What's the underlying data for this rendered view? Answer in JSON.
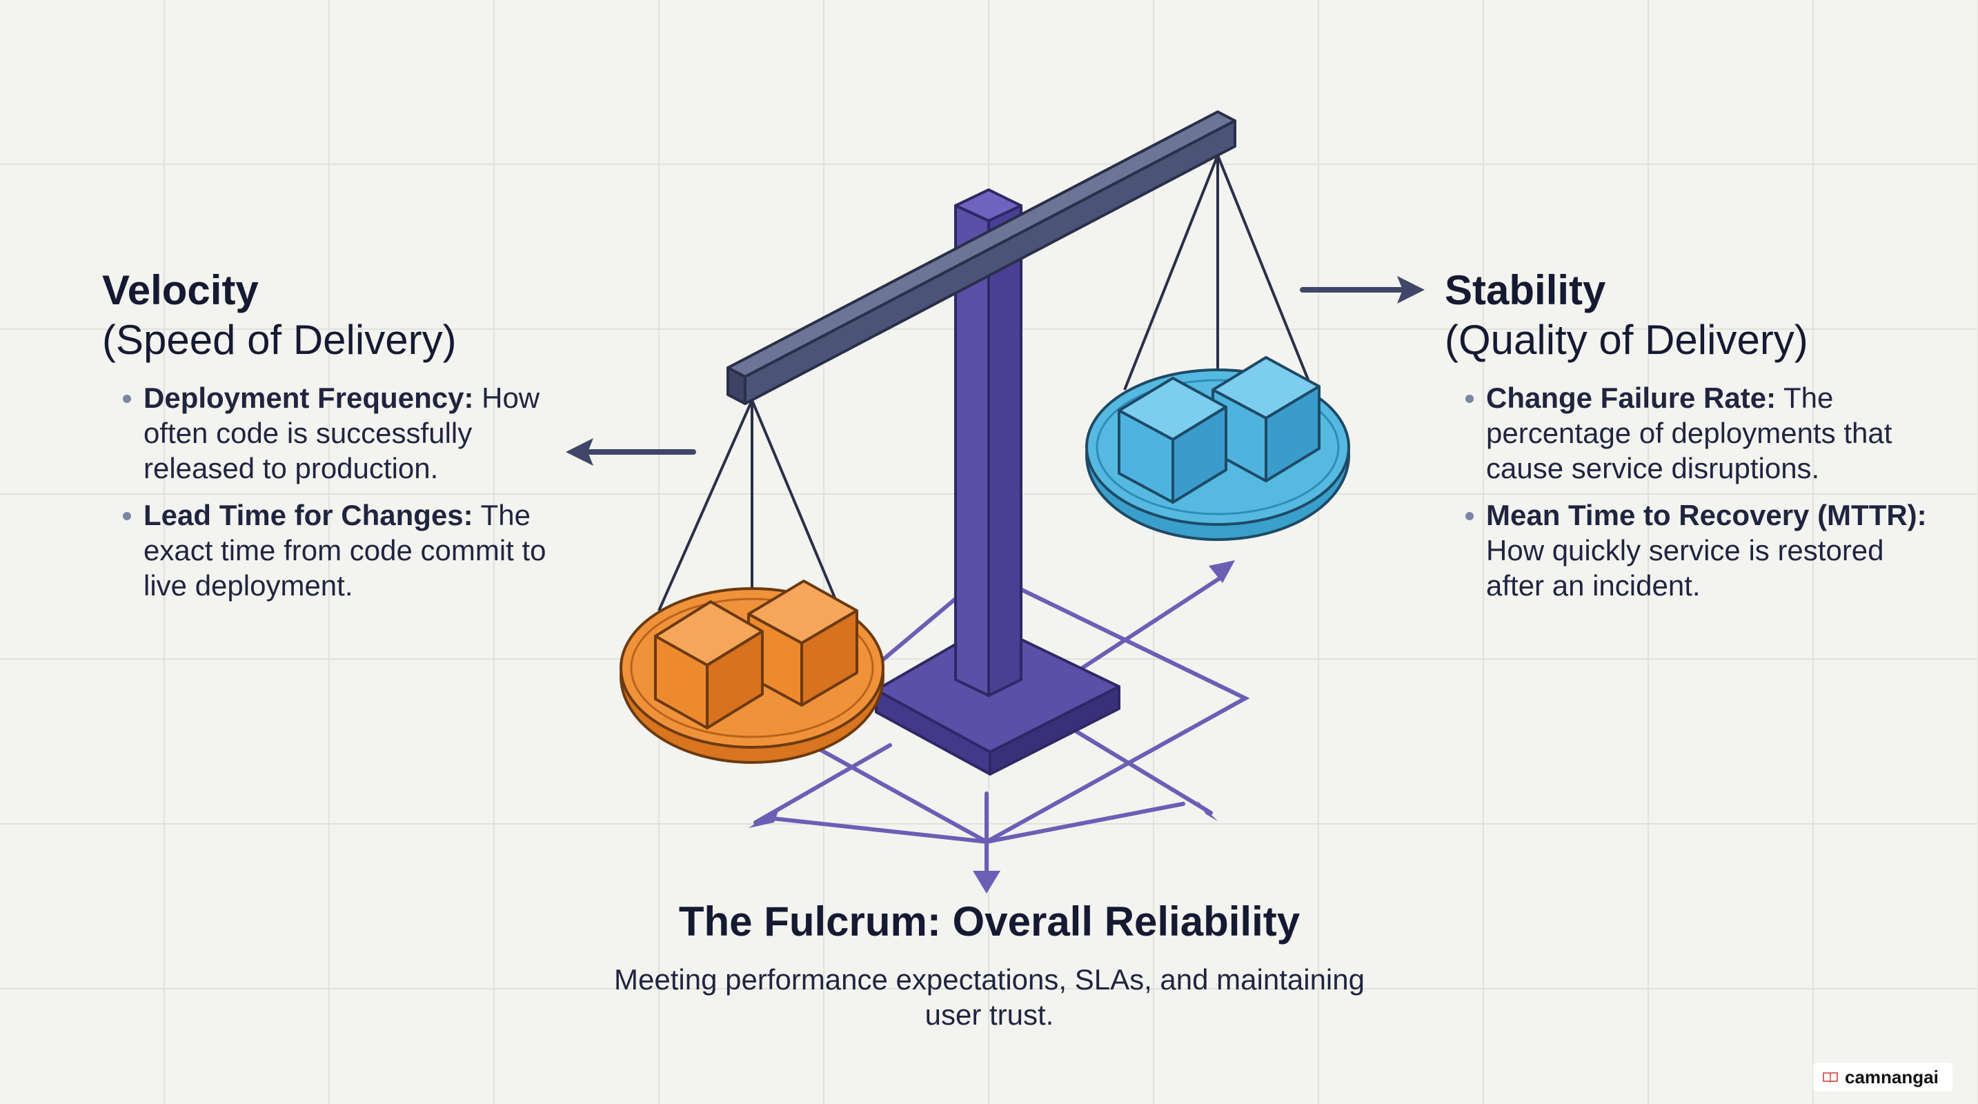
{
  "velocity": {
    "title": "Velocity",
    "subtitle": "(Speed of Delivery)",
    "items": [
      {
        "term": "Deployment Frequency:",
        "text": " How often code is successfully released to production."
      },
      {
        "term": "Lead Time for Changes:",
        "text": " The exact time from code commit to live deployment."
      }
    ]
  },
  "stability": {
    "title": "Stability",
    "subtitle": "(Quality of Delivery)",
    "items": [
      {
        "term": "Change Failure Rate:",
        "text": " The percentage of deployments that cause service disruptions."
      },
      {
        "term": "Mean Time to Recovery (MTTR):",
        "text": " How quickly service is restored after an incident."
      }
    ]
  },
  "fulcrum": {
    "title": "The Fulcrum: Overall Reliability",
    "description": "Meeting performance expectations, SLAs, and maintaining user trust."
  },
  "watermark": {
    "label": "camnangai",
    "icon": "book-icon"
  },
  "colors": {
    "background": "#f3f3ef",
    "pillar": "#5b4fa8",
    "beam": "#4b5478",
    "velocity_pan": "#f0923a",
    "stability_pan": "#55b9e0",
    "arrow": "#3f4668",
    "ground_lines": "#6a5fb5"
  }
}
